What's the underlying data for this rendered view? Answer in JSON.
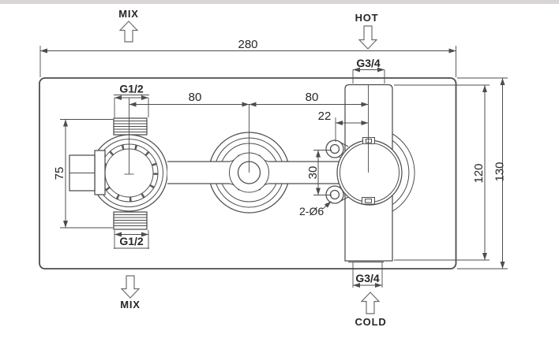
{
  "drawing": {
    "title_hint": "thermostatic-valve-dimension-drawing",
    "flow": {
      "mix_top": "MIX",
      "hot": "HOT",
      "mix_bottom": "MIX",
      "cold": "COLD"
    },
    "ports": {
      "mix_top": "G1/2",
      "mix_bottom": "G1/2",
      "hot": "G3/4",
      "cold": "G3/4"
    },
    "dims": {
      "overall_width": "280",
      "pitch_left": "80",
      "pitch_right": "80",
      "hot_offset": "22",
      "hole_spacing": "30",
      "port_span": "75",
      "body_height": "120",
      "plate_height": "130",
      "mount_holes": "2-Ø6"
    },
    "colors": {
      "line": "#4d4d4d",
      "text": "#262626",
      "top_strip": "#d8d4d3"
    }
  }
}
